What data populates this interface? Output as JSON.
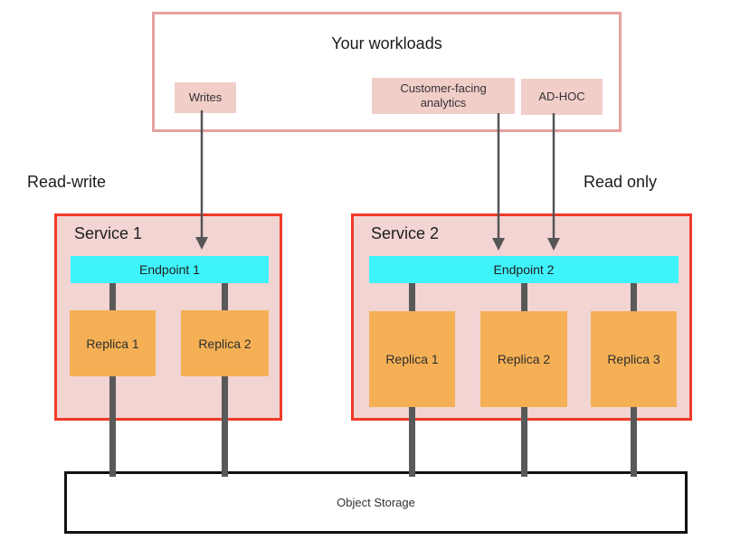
{
  "workloads": {
    "title": "Your workloads",
    "writes_label": "Writes",
    "analytics_label": "Customer-facing analytics",
    "adhoc_label": "AD-HOC"
  },
  "sections": {
    "read_write": "Read-write",
    "read_only": "Read only"
  },
  "services": [
    {
      "title": "Service 1",
      "endpoint": "Endpoint 1",
      "replicas": [
        "Replica 1",
        "Replica 2"
      ]
    },
    {
      "title": "Service 2",
      "endpoint": "Endpoint 2",
      "replicas": [
        "Replica 1",
        "Replica 2",
        "Replica 3"
      ]
    }
  ],
  "storage": {
    "label": "Object Storage"
  },
  "colors": {
    "workloads_border": "#e6a1a0",
    "workload_item_bg": "#f2cec9",
    "service_border": "#f13a28",
    "service_bg": "#f2d4d3",
    "endpoint_bg": "#3ff3fa",
    "replica_bg": "#f5b055",
    "connector_gray": "#595959",
    "arrow_gray": "#555555",
    "storage_border": "#111111"
  }
}
